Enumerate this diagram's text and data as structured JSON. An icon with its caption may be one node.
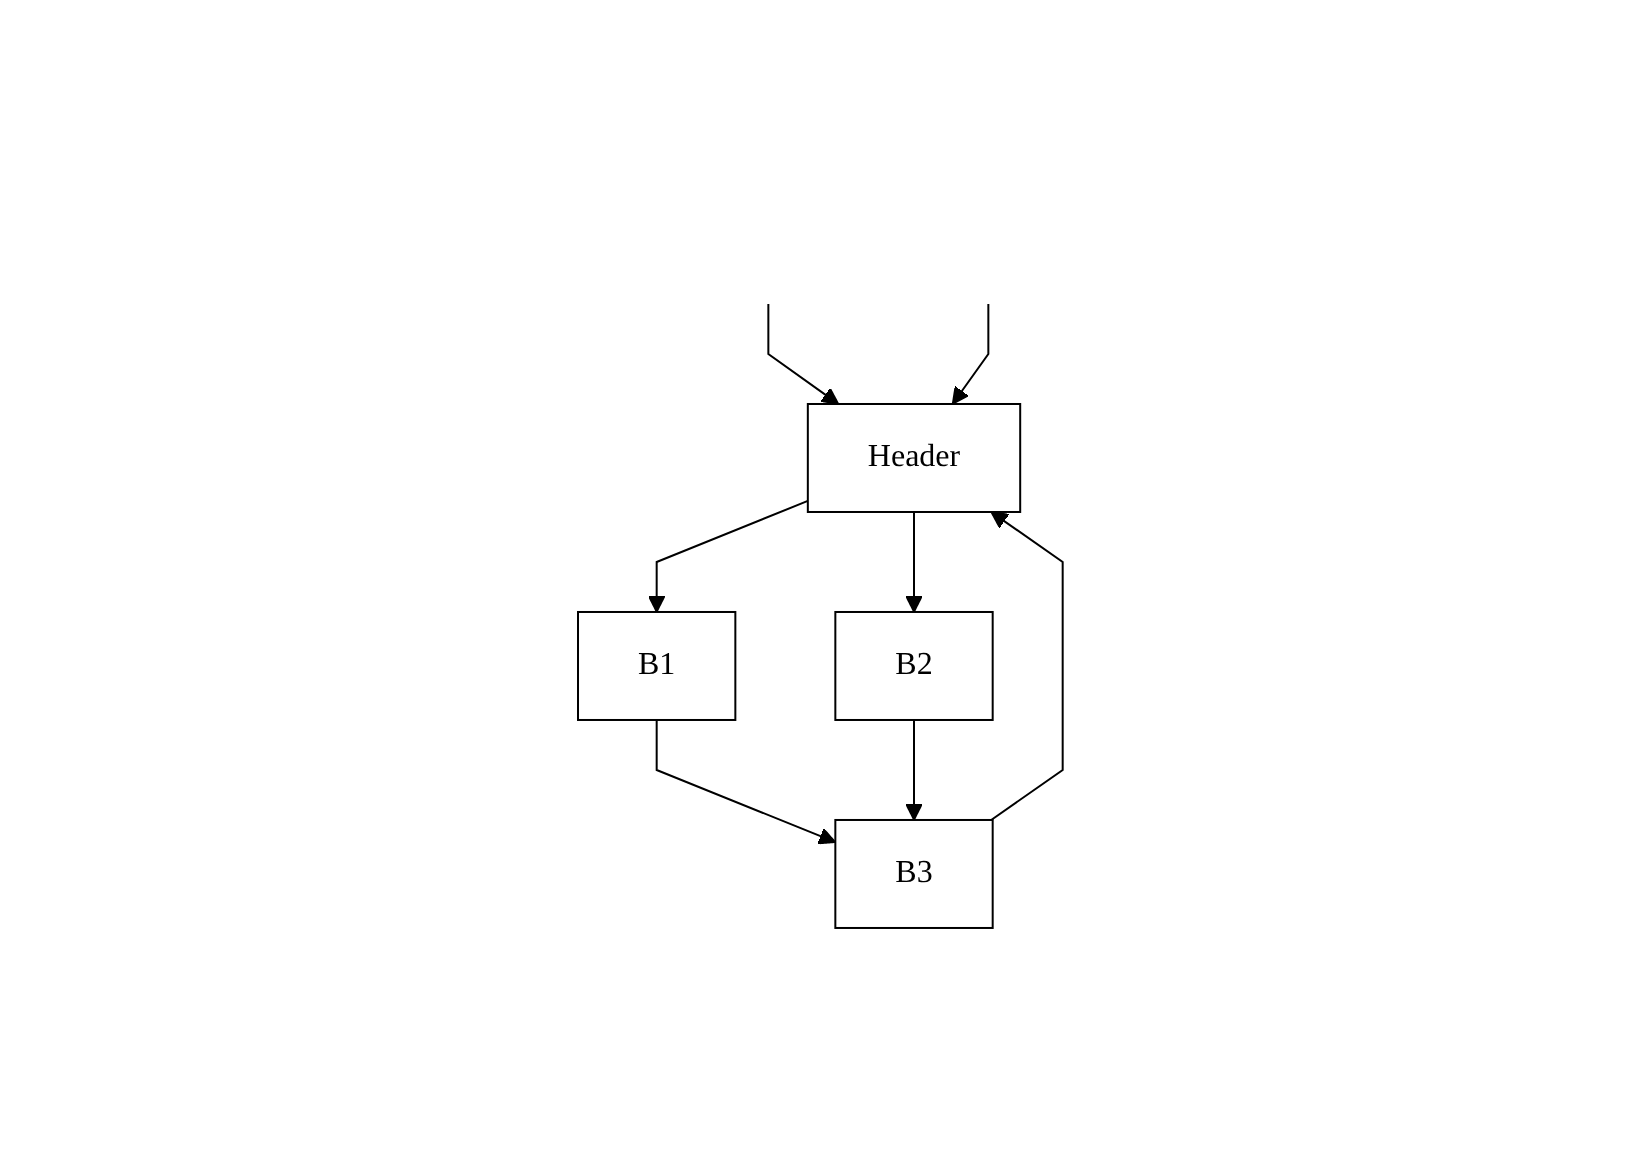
{
  "diagram": {
    "nodes": [
      {
        "text": [
          "Header"
        ]
      },
      {
        "text": [
          "B1"
        ]
      },
      {
        "text": [
          "B2"
        ]
      },
      {
        "text": [
          "B3"
        ]
      }
    ],
    "edges": [
      {
        "from": null,
        "to": 0,
        "arrow": "to"
      },
      {
        "from": null,
        "to": 0,
        "arrow": "to"
      },
      {
        "from": 0,
        "to": 1,
        "arrow": "to"
      },
      {
        "from": 0,
        "to": 2,
        "arrow": "to"
      },
      {
        "from": 1,
        "to": 3,
        "arrow": "to"
      },
      {
        "from": 2,
        "to": 3,
        "arrow": "to"
      },
      {
        "from": 3,
        "to": 0,
        "arrow": "to"
      }
    ]
  }
}
